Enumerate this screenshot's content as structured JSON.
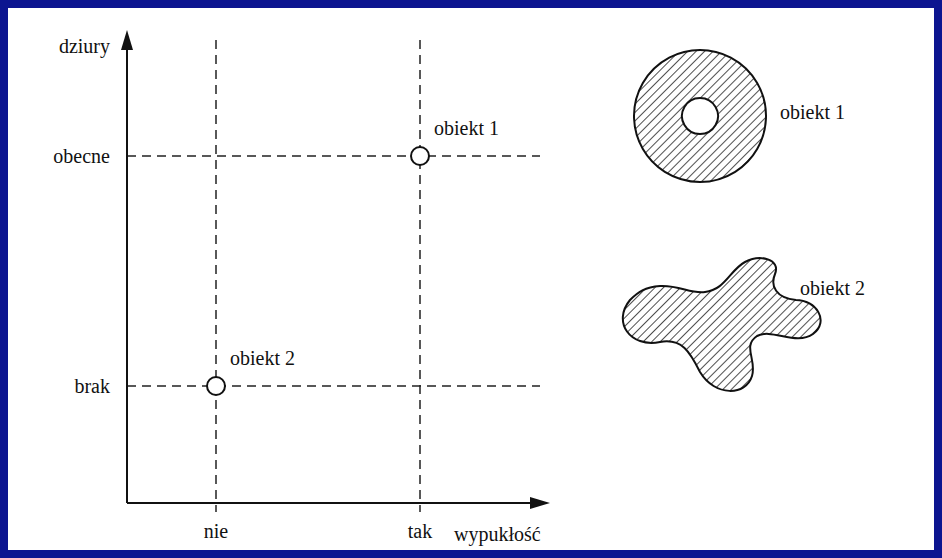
{
  "diagram": {
    "labels": [
      "dziury",
      "obiekt 1",
      "obecne",
      "obiekt 1",
      "obiekt 2",
      "obiekt 2",
      "brak",
      "nie",
      "tak",
      "wypukłość"
    ]
  }
}
